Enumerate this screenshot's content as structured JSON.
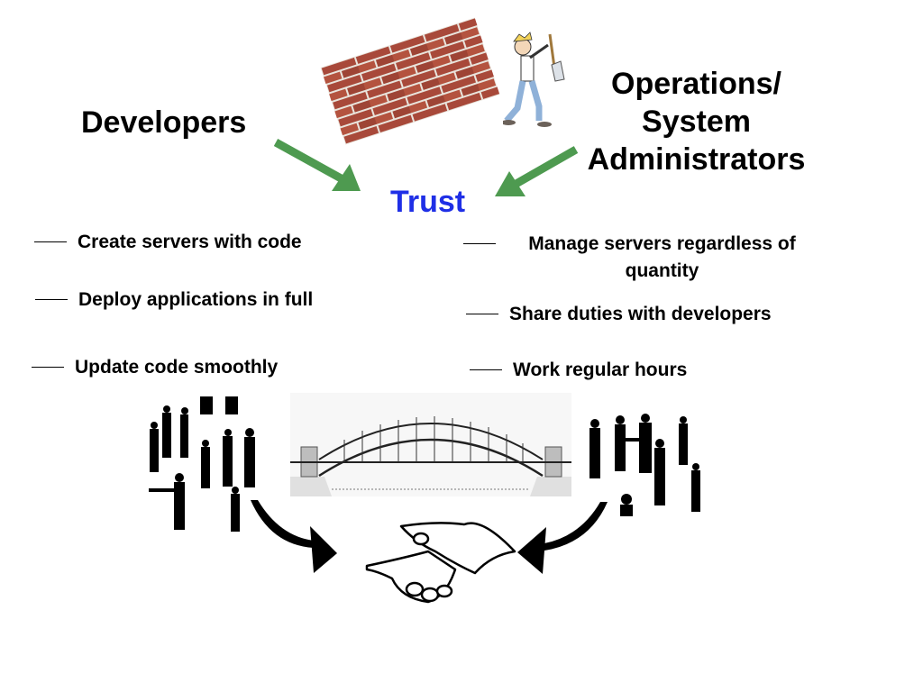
{
  "slide": {
    "left_heading": "Developers",
    "right_heading_lines": [
      "Operations/",
      "System",
      "Administrators"
    ],
    "center_label": "Trust",
    "colors": {
      "trust_text": "#1f2fe6",
      "green_arrow": "#4e9a50",
      "brick": "#a8493a",
      "mortar": "#e9e4dc",
      "silhouette": "#000000"
    },
    "left_items": [
      "Create servers with code",
      "Deploy applications in full",
      "Update code smoothly"
    ],
    "right_items": [
      {
        "line1": "Manage servers regardless of",
        "line2": "quantity"
      },
      {
        "line1": "Share duties with developers"
      },
      {
        "line1": "Work regular hours"
      }
    ],
    "images": {
      "brick_wall": "brick-wall-illustration",
      "axe_man": "man-with-axe-cartoon",
      "bridge": "arch-bridge-illustration",
      "people_left": "developer-silhouettes",
      "people_right": "operations-silhouettes",
      "handshake": "handshake-illustration"
    }
  }
}
